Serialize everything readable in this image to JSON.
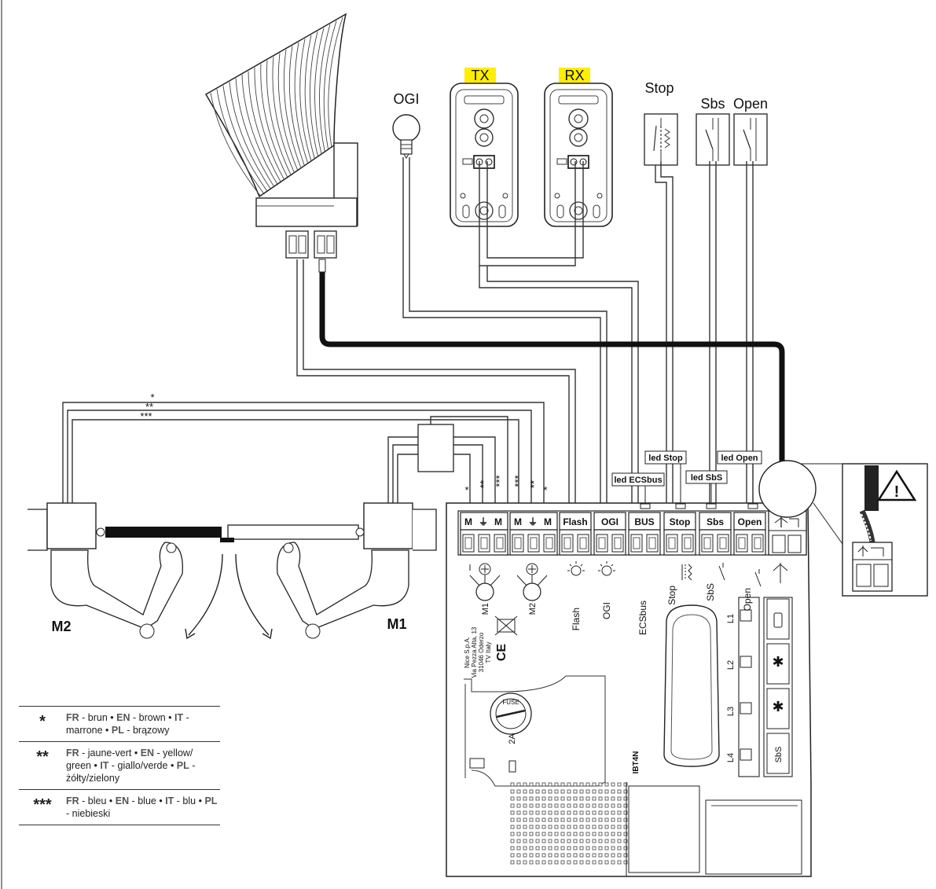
{
  "accessories": {
    "ogi": "OGI",
    "tx": "TX",
    "rx": "RX",
    "stop": "Stop",
    "sbs": "Sbs",
    "open": "Open"
  },
  "motors": {
    "m1": "M1",
    "m2": "M2"
  },
  "wire_marks": {
    "single": "*",
    "double": "**",
    "triple": "***"
  },
  "terminals": [
    "M",
    "⏚",
    "M",
    "M",
    "⏚",
    "M",
    "Flash",
    "OGI",
    "BUS",
    "Stop",
    "Sbs",
    "Open"
  ],
  "led_labels": {
    "ecsbus": "led ECSbus",
    "stop": "led Stop",
    "sbs": "led SbS",
    "open": "led Open"
  },
  "terminal_symbols": {
    "m1": "M1",
    "m2": "M2",
    "flash": "Flash",
    "ogi": "OGI",
    "ecsbus": "ECSbus",
    "stop": "Stop",
    "sbs": "SbS",
    "open": "Open"
  },
  "board": {
    "leds": [
      "L1",
      "L2",
      "L3",
      "L4"
    ],
    "button_sbs": "SbS",
    "fuse": "FUSE",
    "fuse_rating": "2A",
    "module": "IBT4N",
    "maker_lines": [
      "Nice S.p.A.",
      "Via Pezza Alta, 13",
      "31046 Oderzo",
      "TV Italy"
    ],
    "ce": "CE"
  },
  "legend": [
    {
      "symbol": "*",
      "parts": [
        [
          "FR",
          "brun"
        ],
        [
          "EN",
          "brown"
        ],
        [
          "IT",
          "marrone"
        ],
        [
          "PL",
          "brązowy"
        ]
      ]
    },
    {
      "symbol": "**",
      "parts": [
        [
          "FR",
          "jaune-vert"
        ],
        [
          "EN",
          "yellow/ green"
        ],
        [
          "IT",
          "giallo/verde"
        ],
        [
          "PL",
          "żółty/zielony"
        ]
      ]
    },
    {
      "symbol": "***",
      "parts": [
        [
          "FR",
          "bleu"
        ],
        [
          "EN",
          "blue"
        ],
        [
          "IT",
          "blu"
        ],
        [
          "PL",
          "niebieski"
        ]
      ]
    }
  ],
  "colors": {
    "line": "#333333",
    "highlight": "#ffee00",
    "cable": "#111111"
  }
}
